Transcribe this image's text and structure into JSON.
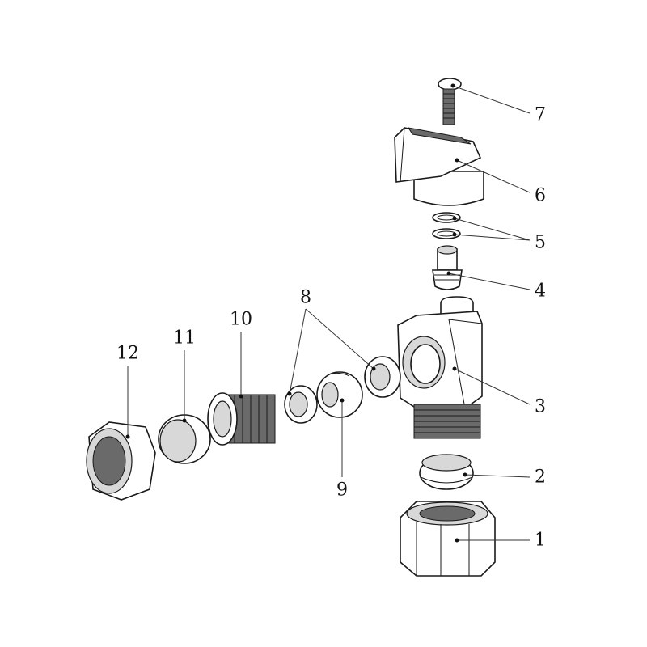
{
  "diagram": {
    "type": "exploded-parts-view",
    "callouts": {
      "p1": "1",
      "p2": "2",
      "p3": "3",
      "p4": "4",
      "p5": "5",
      "p6": "6",
      "p7": "7",
      "p8": "8",
      "p9": "9",
      "p10": "10",
      "p11": "11",
      "p12": "12"
    }
  }
}
